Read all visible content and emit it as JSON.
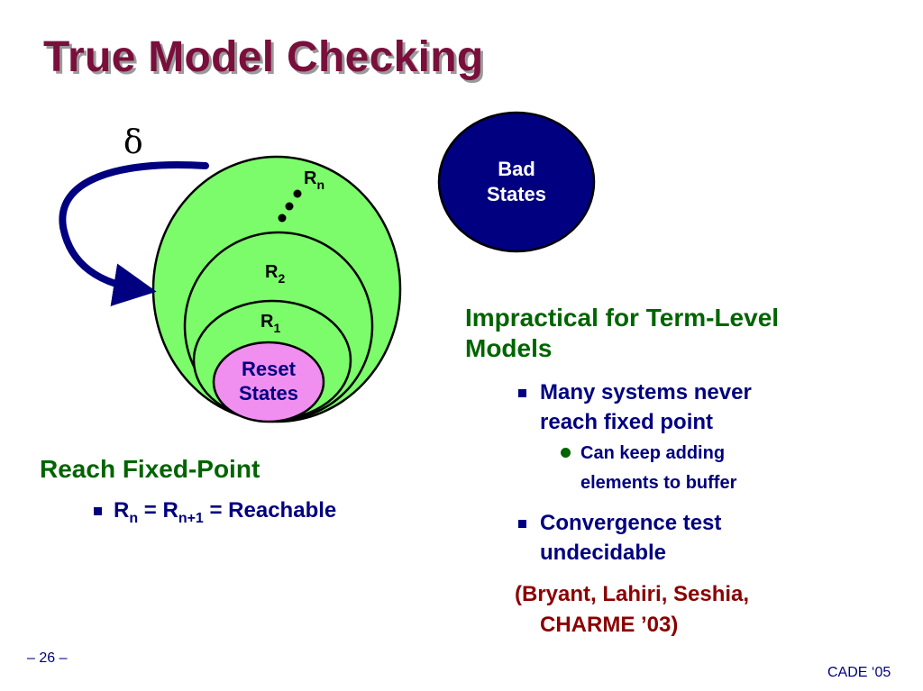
{
  "title": "True Model Checking",
  "diagram": {
    "delta_symbol": "δ",
    "rn_label_base": "R",
    "rn_label_sub": "n",
    "r2_label_base": "R",
    "r2_label_sub": "2",
    "r1_label_base": "R",
    "r1_label_sub": "1",
    "reset_line1": "Reset",
    "reset_line2": "States",
    "bad_line1": "Bad",
    "bad_line2": "States",
    "colors": {
      "green_fill": "#7cfc6a",
      "reset_fill": "#f08ff0",
      "bad_fill": "#000080",
      "arrow": "#000080"
    }
  },
  "left": {
    "heading": "Reach Fixed-Point",
    "bullet": {
      "r1": "R",
      "s1": "n",
      "eq1": " = R",
      "s2": "n+1",
      "eq2": " = Reachable"
    }
  },
  "right": {
    "heading_line1": "Impractical for Term-Level",
    "heading_line2": "Models",
    "bullet1_line1": "Many systems never",
    "bullet1_line2": "reach fixed point",
    "sub1_line1": "Can keep adding",
    "sub1_line2": "elements to buffer",
    "bullet2_line1": "Convergence test",
    "bullet2_line2": "undecidable",
    "cite_line1": "(Bryant, Lahiri, Seshia,",
    "cite_line2": "CHARME ’03)"
  },
  "footer": {
    "page": "– 26 –",
    "conf": "CADE ‘05"
  }
}
